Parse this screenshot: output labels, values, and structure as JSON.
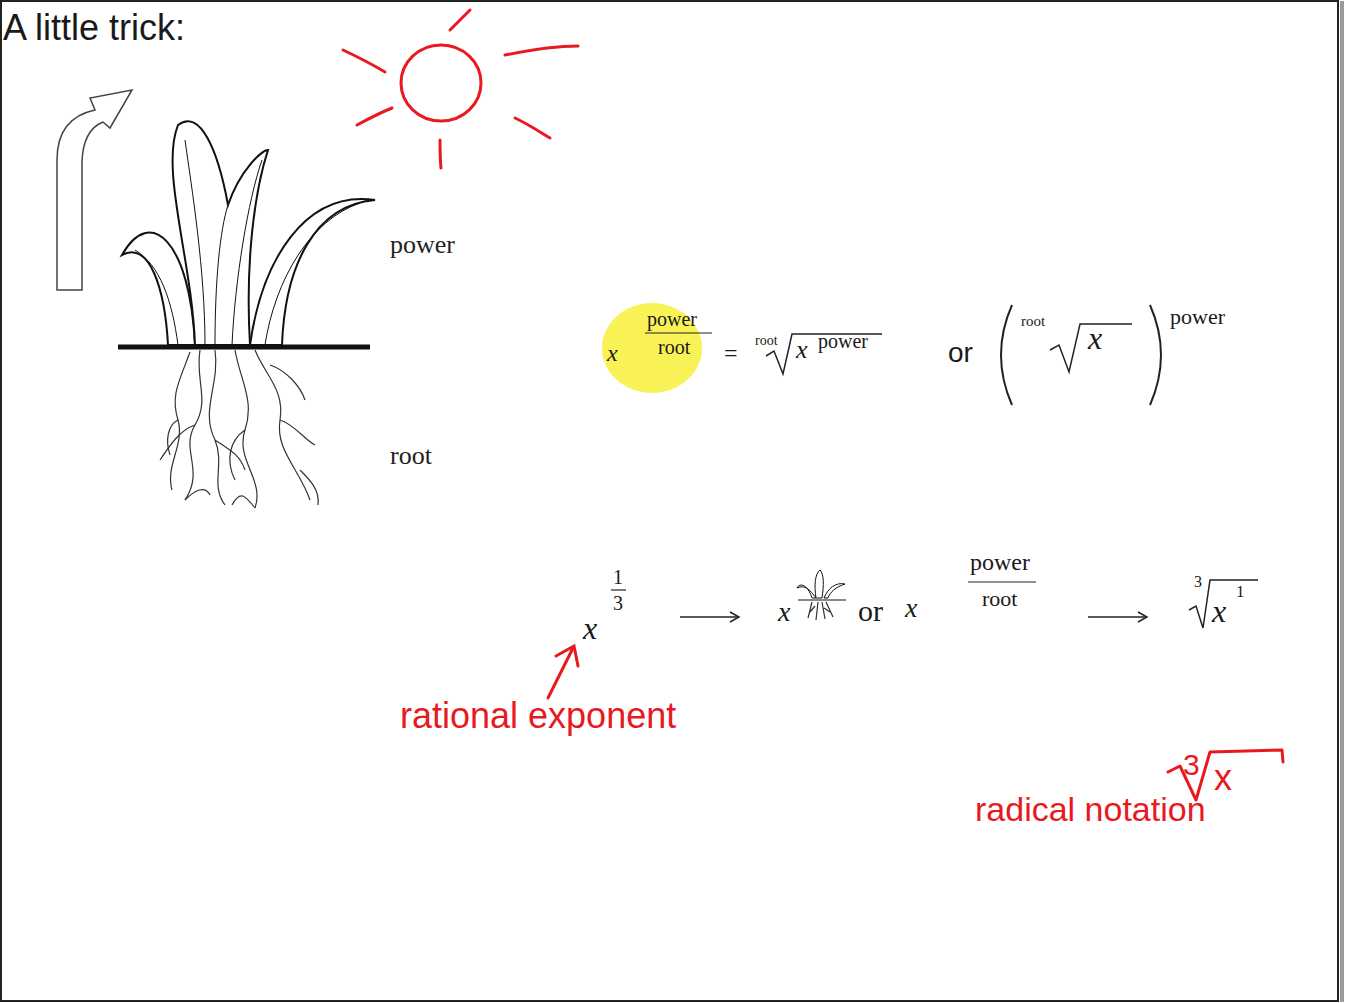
{
  "diagram": {
    "title": "A little trick:",
    "labels": [
      "power",
      "root",
      "x",
      "power",
      "root",
      "=",
      "root",
      "x",
      "power",
      "or",
      "root",
      "x",
      "power",
      "x",
      "1",
      "3",
      "x",
      "or",
      "x",
      "power",
      "root",
      "3",
      "x",
      "1",
      "rational exponent",
      "3",
      "x",
      "radical notation"
    ]
  }
}
